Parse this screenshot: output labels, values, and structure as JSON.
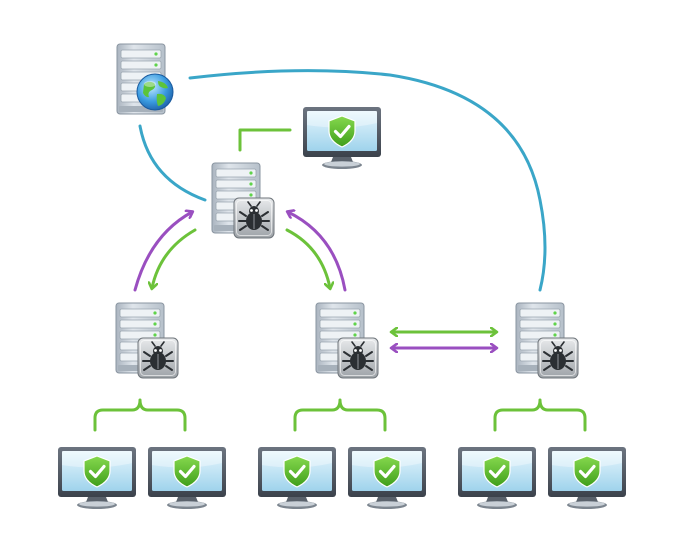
{
  "diagram": {
    "colors": {
      "blue_link": "#3aa6c8",
      "green_link": "#6cc23a",
      "purple_link": "#9a4fc0",
      "server_body": "#c9d2dc",
      "monitor_screen": "#bfe6f6",
      "shield_green": "#5fbf2f",
      "badge_bg": "#8f9398"
    },
    "nodes": [
      {
        "id": "internet-server",
        "type": "server",
        "icon": "globe-icon"
      },
      {
        "id": "central-server",
        "type": "server",
        "icon": "bug-badge-icon"
      },
      {
        "id": "admin-workstation",
        "type": "workstation",
        "icon": "shield-check-icon"
      },
      {
        "id": "left-server",
        "type": "server",
        "icon": "bug-badge-icon"
      },
      {
        "id": "middle-server",
        "type": "server",
        "icon": "bug-badge-icon"
      },
      {
        "id": "right-server",
        "type": "server",
        "icon": "bug-badge-icon"
      },
      {
        "id": "workstation-1",
        "type": "workstation",
        "icon": "shield-check-icon"
      },
      {
        "id": "workstation-2",
        "type": "workstation",
        "icon": "shield-check-icon"
      },
      {
        "id": "workstation-3",
        "type": "workstation",
        "icon": "shield-check-icon"
      },
      {
        "id": "workstation-4",
        "type": "workstation",
        "icon": "shield-check-icon"
      },
      {
        "id": "workstation-5",
        "type": "workstation",
        "icon": "shield-check-icon"
      },
      {
        "id": "workstation-6",
        "type": "workstation",
        "icon": "shield-check-icon"
      }
    ],
    "links": [
      {
        "from": "internet-server",
        "to": "central-server",
        "kind": "blue"
      },
      {
        "from": "internet-server",
        "to": "right-server",
        "kind": "blue"
      },
      {
        "from": "admin-workstation",
        "to": "central-server",
        "kind": "green"
      },
      {
        "from": "central-server",
        "to": "left-server",
        "kind": "green-purple-arrows"
      },
      {
        "from": "central-server",
        "to": "middle-server",
        "kind": "green-purple-arrows"
      },
      {
        "from": "middle-server",
        "to": "right-server",
        "kind": "green-purple-arrows"
      },
      {
        "from": "left-server",
        "to": "workstation-1",
        "kind": "bracket"
      },
      {
        "from": "middle-server",
        "to": "workstation-3",
        "kind": "bracket"
      },
      {
        "from": "right-server",
        "to": "workstation-5",
        "kind": "bracket"
      }
    ]
  }
}
